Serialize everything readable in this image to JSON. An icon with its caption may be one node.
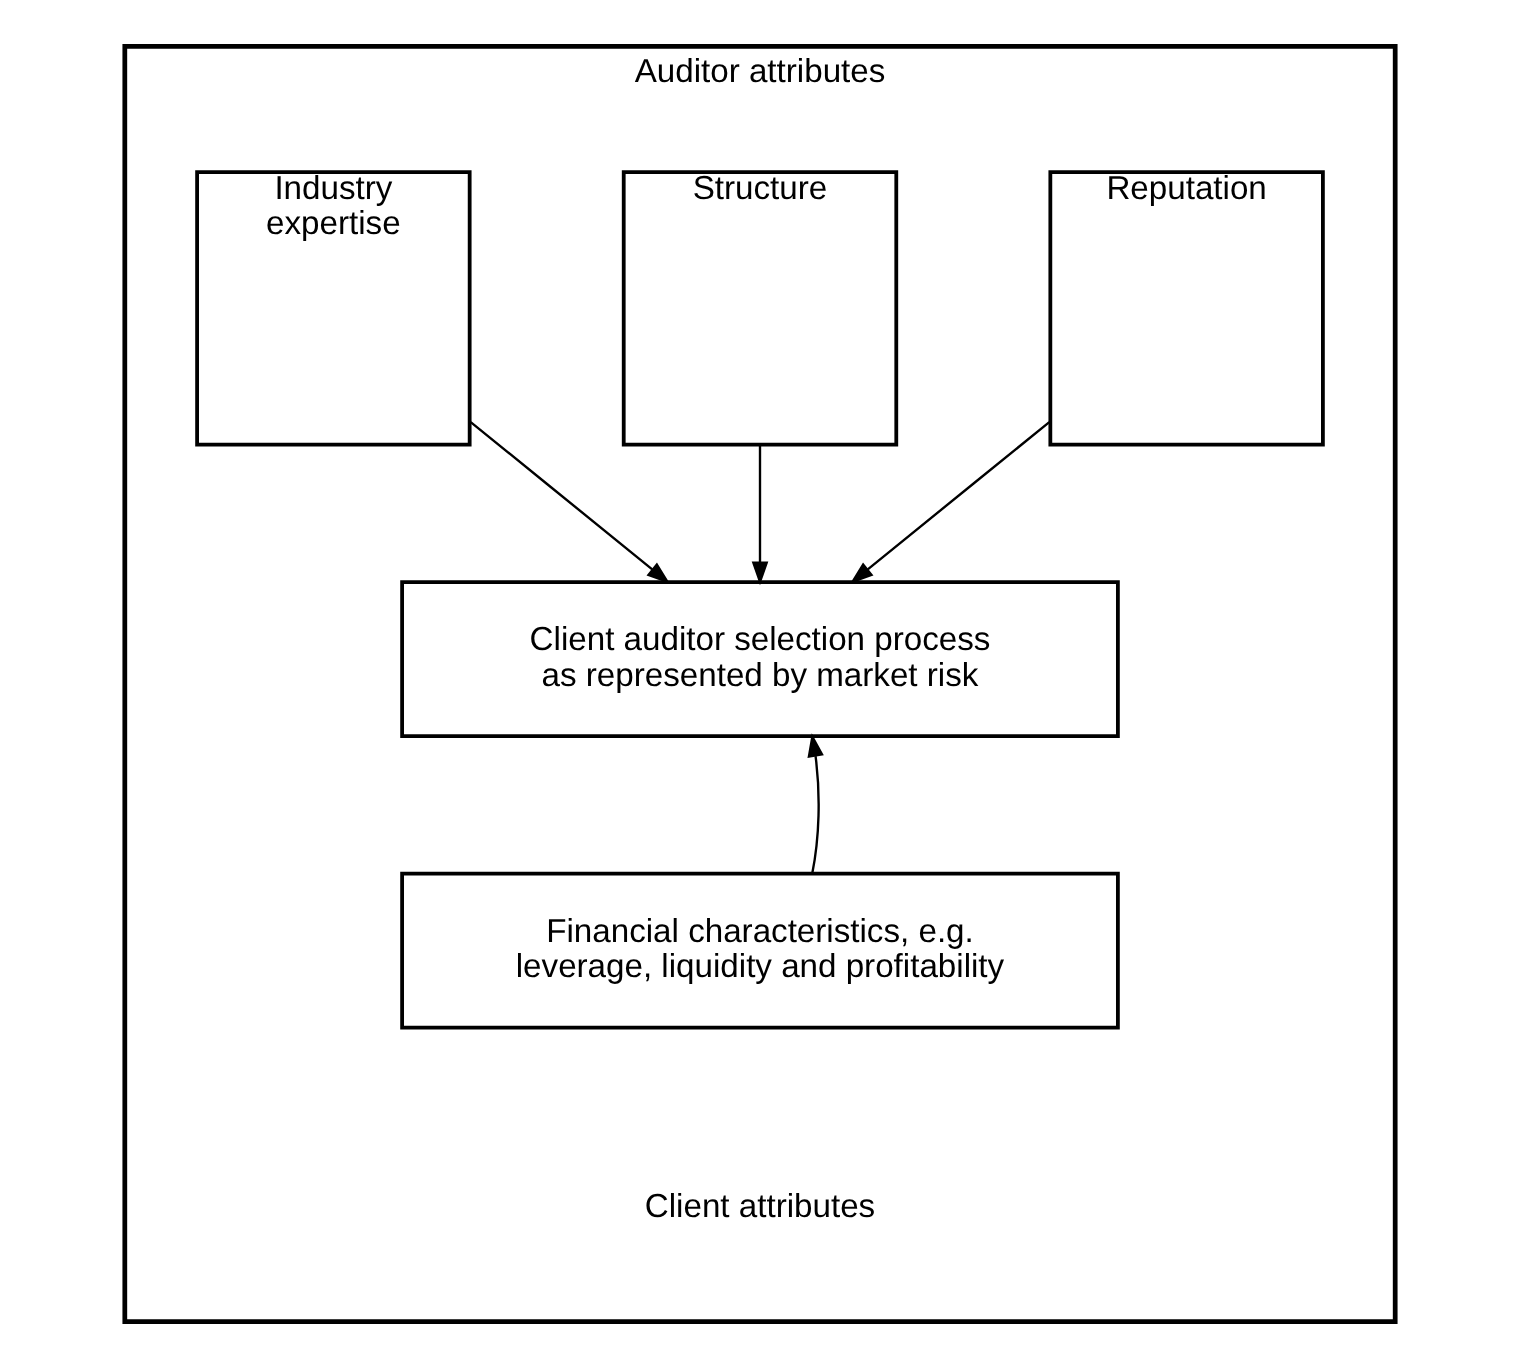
{
  "diagram": {
    "nodes": [
      {
        "text": [
          "Auditor attributes",
          "Client attributes"
        ]
      },
      {
        "text": [
          "Reputation"
        ],
        "in": 0
      },
      {
        "text": [
          "Structure"
        ],
        "in": 0
      },
      {
        "text": [
          "Industry expertise"
        ],
        "in": 0
      },
      {
        "text": [
          "Client auditor selection process as represented by market risk"
        ],
        "in": 0
      },
      {
        "text": [
          "Financial characteristics, e.g. leverage, liquidity and profitability"
        ],
        "in": 0
      }
    ],
    "edges": [
      {
        "from": 1,
        "to": 4,
        "arrow": "to"
      },
      {
        "from": 2,
        "to": 4,
        "arrow": "to"
      },
      {
        "from": 3,
        "to": 4,
        "arrow": "to"
      },
      {
        "from": 5,
        "to": 4,
        "arrow": "to"
      }
    ]
  }
}
